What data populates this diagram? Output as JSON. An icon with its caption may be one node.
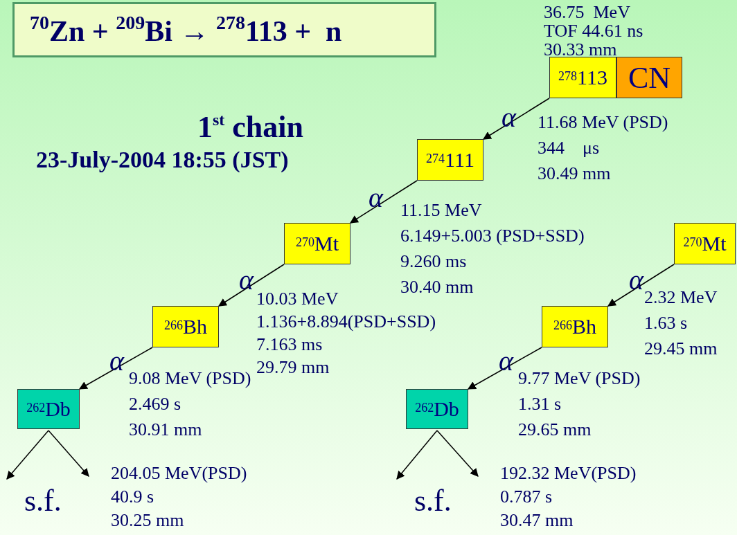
{
  "diagram": {
    "title": "$^{70}$Zn + $^{209}$Bi → $^{278}$113 +  n",
    "nodes": [
      {
        "text": [
          "$^{278}$113"
        ]
      },
      {
        "text": [
          "CN"
        ]
      },
      {
        "text": [
          "$^{274}$111"
        ]
      },
      {
        "text": [
          "$^{270}$Mt"
        ]
      },
      {
        "text": [
          "$^{266}$Bh"
        ]
      },
      {
        "text": [
          "$^{262}$Db"
        ]
      },
      {
        "text": [
          "$^{270}$Mt"
        ]
      },
      {
        "text": [
          "$^{266}$Bh"
        ]
      },
      {
        "text": [
          "$^{262}$Db"
        ]
      }
    ],
    "edges": [
      {
        "from": 0,
        "to": 2,
        "arrow": "to",
        "label": "α"
      },
      {
        "from": 2,
        "to": 3,
        "arrow": "to",
        "label": "α"
      },
      {
        "from": 3,
        "to": 4,
        "arrow": "to",
        "label": "α"
      },
      {
        "from": 4,
        "to": 5,
        "arrow": "to",
        "label": "α"
      },
      {
        "from": 6,
        "to": 7,
        "arrow": "to",
        "label": "α"
      },
      {
        "from": 7,
        "to": 8,
        "arrow": "to",
        "label": "α"
      },
      {
        "from": 5,
        "to": null,
        "arrow": "to"
      },
      {
        "from": 5,
        "to": null,
        "arrow": "to"
      },
      {
        "from": 8,
        "to": null,
        "arrow": "to"
      },
      {
        "from": 8,
        "to": null,
        "arrow": "to"
      }
    ],
    "labels": [
      "36.75  MeV",
      "TOF 44.61 ns",
      "30.33 mm",
      "1$^{st}$ chain",
      "23-July-2004 18:55 (JST)",
      "11.68 MeV (PSD)",
      "344    μs",
      "30.49 mm",
      "11.15 MeV",
      "6.149+5.003 (PSD+SSD)",
      "9.260 ms",
      "30.40 mm",
      "10.03 MeV",
      "1.136+8.894(PSD+SSD)",
      "7.163 ms",
      "29.79 mm",
      "2.32 MeV",
      "1.63 s",
      "29.45 mm",
      "9.08 MeV (PSD)",
      "2.469 s",
      "30.91 mm",
      "9.77 MeV (PSD)",
      "1.31 s",
      "29.65 mm",
      "s.f.",
      "204.05 MeV(PSD)",
      "40.9 s",
      "30.25 mm",
      "s.f.",
      "192.32 MeV(PSD)",
      "0.787 s",
      "30.47 mm"
    ]
  }
}
